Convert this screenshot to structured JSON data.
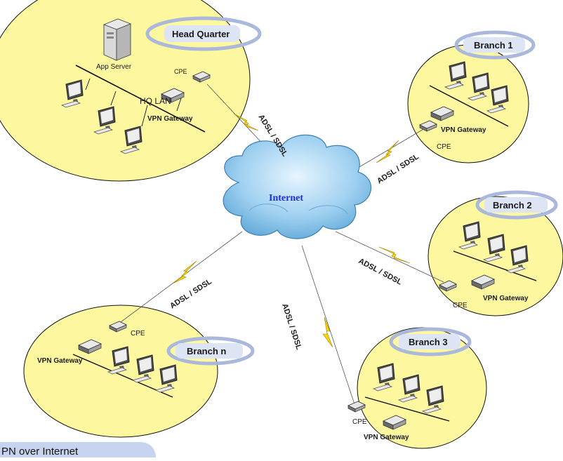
{
  "sites": {
    "hq": {
      "title": "Head Quarter",
      "server": "App Server",
      "cpe": "CPE",
      "lan": "HQ LAN",
      "gateway": "VPN Gateway"
    },
    "branch1": {
      "title": "Branch  1",
      "gateway": "VPN Gateway",
      "cpe": "CPE"
    },
    "branch2": {
      "title": "Branch  2",
      "gateway": "VPN Gateway",
      "cpe": "CPE"
    },
    "branch3": {
      "title": "Branch  3",
      "gateway": "VPN Gateway",
      "cpe": "CPE"
    },
    "branchn": {
      "title": "Branch  n",
      "gateway": "VPN Gateway",
      "cpe": "CPE"
    }
  },
  "cloud": {
    "label": "Internet"
  },
  "links": {
    "hq": "ADSL / SDSL",
    "branch1": "ADSL / SDSL",
    "branch2": "ADSL / SDSL",
    "branch3": "ADSL / SDSL",
    "branchn": "ADSL / SDSL"
  },
  "footer": {
    "text": "PN over Internet"
  },
  "colors": {
    "site_fill": "#fdf7a0",
    "cloud_fill": "#a9d6f0",
    "cloud_stroke": "#3e7fb4",
    "link": "#ffd400",
    "label_ring": "#a9b8db",
    "label_fill": "#dde4f3"
  }
}
